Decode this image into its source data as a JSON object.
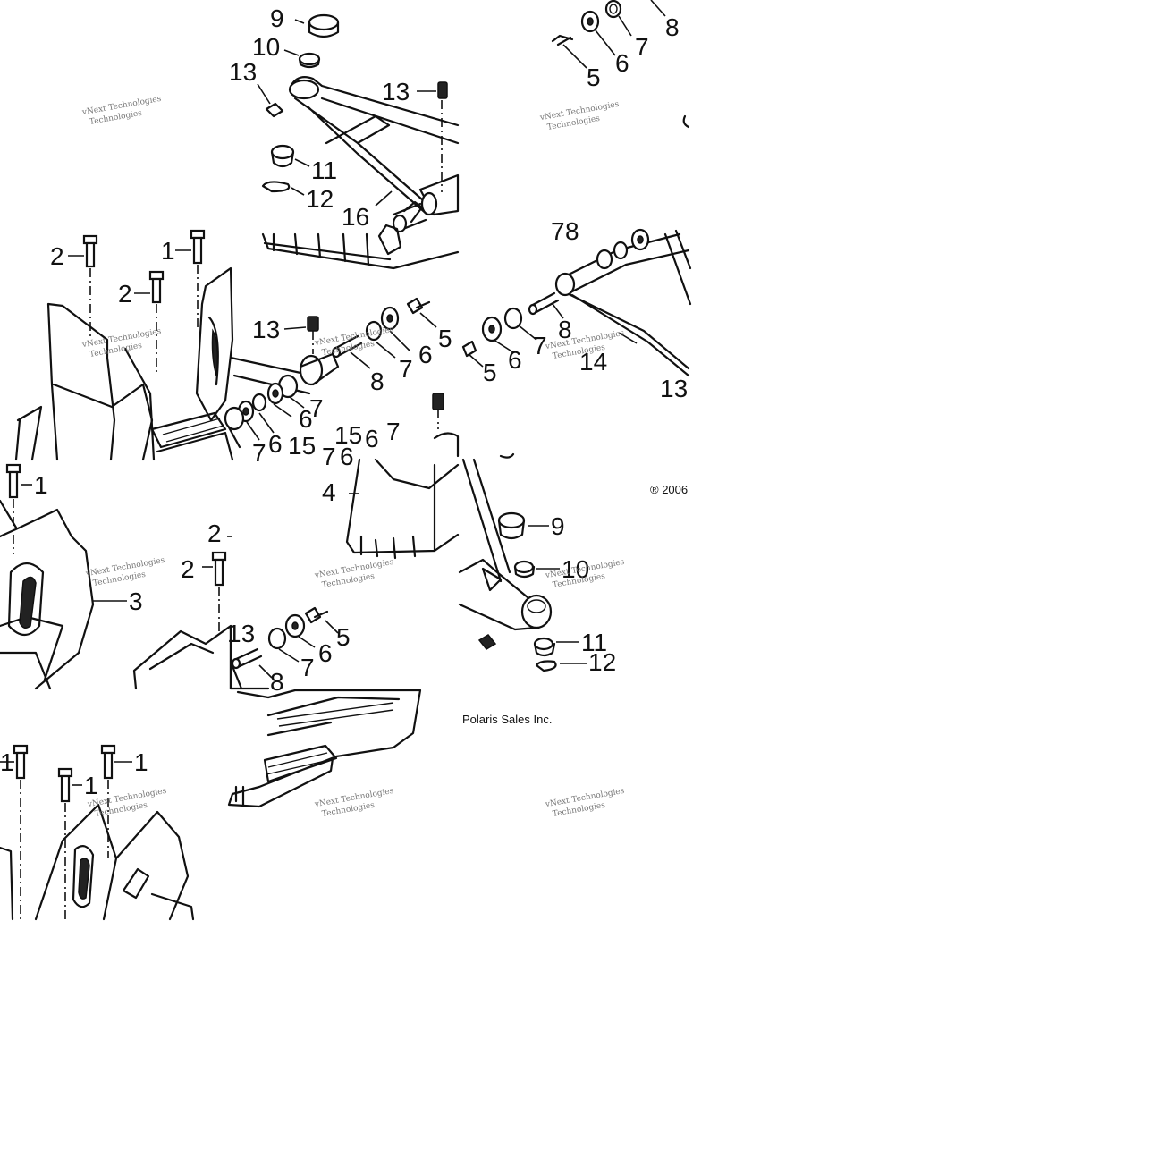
{
  "diagram": {
    "callouts": {
      "c1a": "9",
      "c1b": "10",
      "c1c": "13",
      "c1d": "13",
      "c1e": "11",
      "c1f": "12",
      "c1g": "16",
      "c2a": "8",
      "c2b": "7",
      "c2c": "6",
      "c2d": "5",
      "c3a": "2",
      "c3b": "1",
      "c3c": "2",
      "c3d": "13",
      "c3e": "5",
      "c3f": "6",
      "c3g": "7",
      "c3h": "8",
      "c3i": "7",
      "c3j": "6",
      "c3k": "15",
      "c3l": "6",
      "c3m": "7",
      "c3n": "15",
      "c3o": "7",
      "c3p": "6",
      "c3q": "7",
      "c3r": "6",
      "c4a": "8",
      "c4b": "7",
      "c4c": "6",
      "c4d": "5",
      "c4e": "14",
      "c4f": "13",
      "c4g": "7",
      "c4h": "8",
      "c5a": "1",
      "c5b": "3",
      "c5c": "2",
      "c5d": "2",
      "c6a": "4",
      "c6b": "13",
      "c6c": "5",
      "c6d": "6",
      "c6e": "7",
      "c6f": "8",
      "c7a": "9",
      "c7b": "10",
      "c7c": "11",
      "c7d": "12",
      "c8a": "1",
      "c8b": "1",
      "c8c": "1"
    },
    "copyright": "® 2006",
    "company": "Polaris Sales Inc.",
    "watermark_line1": "vNext Technologies",
    "watermark_line2": "Technologies"
  }
}
